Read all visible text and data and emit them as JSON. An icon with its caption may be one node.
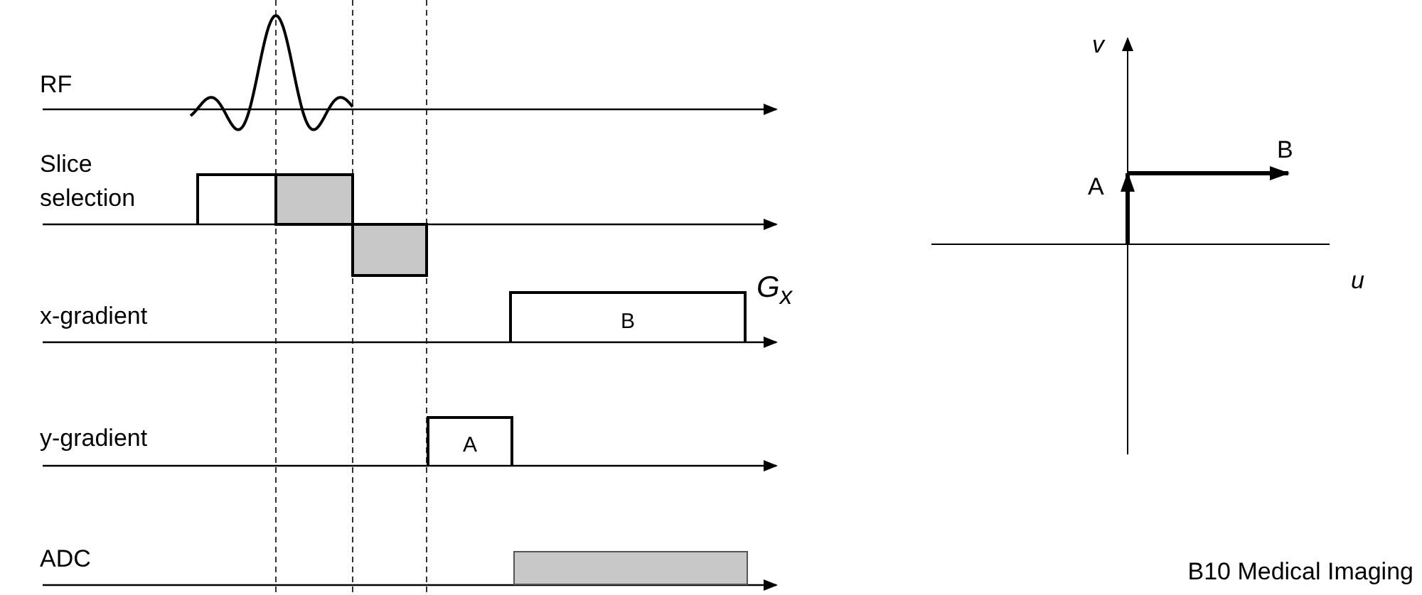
{
  "diagram": {
    "nodes": [
      {
        "text": [
          "B"
        ]
      },
      {
        "text": [
          "A"
        ]
      },
      {
        "text": [],
        "shape": "bar"
      }
    ],
    "labels": [
      "v",
      "RF",
      "B",
      "Slice selection",
      "A",
      "u",
      "G$_{x}$",
      "x-gradient",
      "y-gradient",
      "ADC",
      "B10 Medical Imaging"
    ]
  }
}
